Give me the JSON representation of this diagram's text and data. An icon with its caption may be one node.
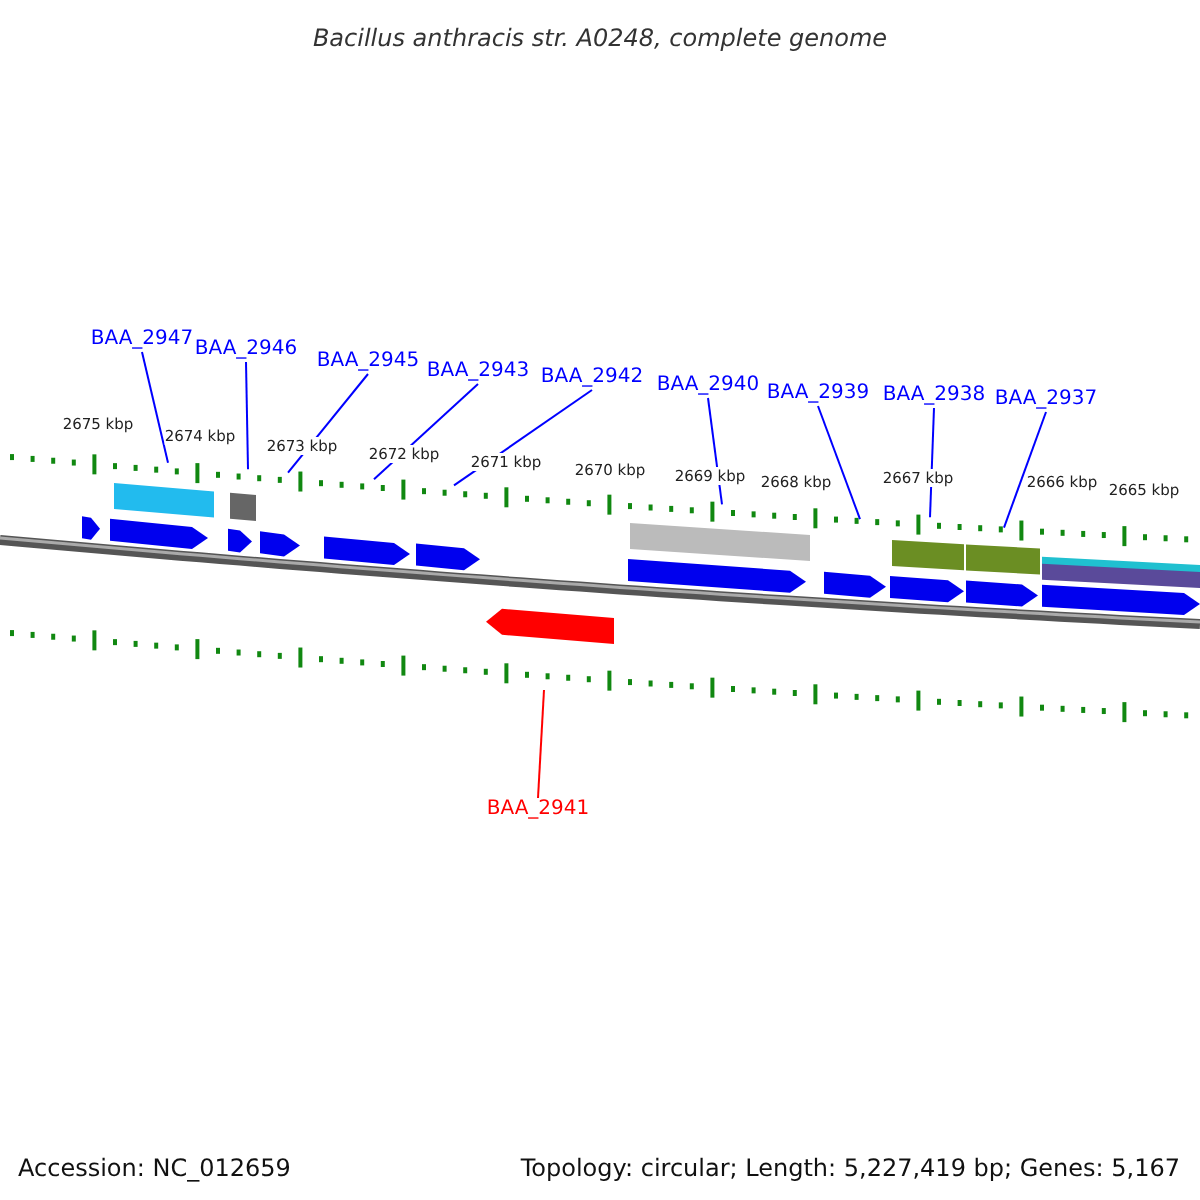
{
  "diagram": {
    "title": "Bacillus anthracis str. A0248, complete genome",
    "nodes": [
      {
        "text": [
          "BAA_2947"
        ]
      },
      {
        "text": [
          "BAA_2946"
        ]
      },
      {
        "text": [
          "BAA_2945"
        ]
      },
      {
        "text": [
          "BAA_2943"
        ]
      },
      {
        "text": [
          "BAA_2942"
        ]
      },
      {
        "text": [
          "BAA_2940"
        ]
      },
      {
        "text": [
          "BAA_2939"
        ]
      },
      {
        "text": [
          "BAA_2938"
        ]
      },
      {
        "text": [
          "BAA_2937"
        ]
      },
      {
        "text": [
          "BAA_2941"
        ]
      }
    ],
    "edges": [
      {
        "from": 0,
        "to": null,
        "arrow": "none"
      },
      {
        "from": 1,
        "to": null,
        "arrow": "none"
      },
      {
        "from": 2,
        "to": null,
        "arrow": "none"
      },
      {
        "from": 3,
        "to": null,
        "arrow": "none"
      },
      {
        "from": 4,
        "to": null,
        "arrow": "none"
      },
      {
        "from": 5,
        "to": null,
        "arrow": "none"
      },
      {
        "from": 6,
        "to": null,
        "arrow": "none"
      },
      {
        "from": 7,
        "to": null,
        "arrow": "none"
      },
      {
        "from": 8,
        "to": null,
        "arrow": "none"
      },
      {
        "from": 9,
        "to": null,
        "arrow": "none",
        "color": "#ff0000"
      }
    ],
    "labels": [
      "2675 kbp",
      "2674 kbp",
      "2673 kbp",
      "2672 kbp",
      "2671 kbp",
      "2670 kbp",
      "2669 kbp",
      "2668 kbp",
      "2667 kbp",
      "2666 kbp",
      "2665 kbp",
      "Accession: NC_012659",
      "Topology: circular; Length: 5,227,419 bp; Genes: 5,167"
    ]
  }
}
